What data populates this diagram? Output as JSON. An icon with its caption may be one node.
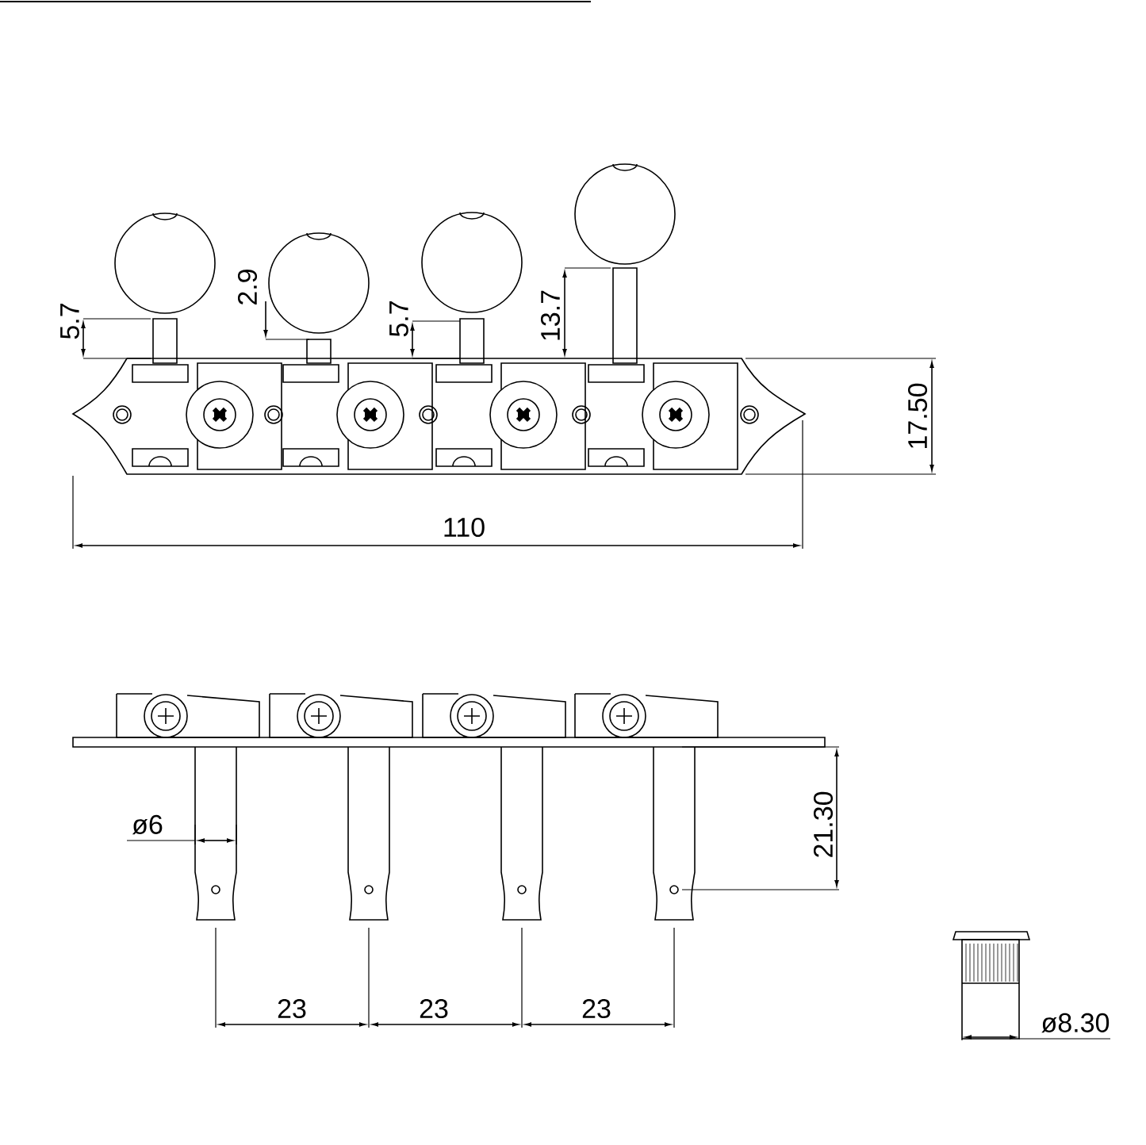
{
  "diagram": {
    "labels": [
      "5.7",
      "2.9",
      "5.7",
      "13.7",
      "17.50",
      "110",
      "ø6",
      "21.30",
      "23",
      "23",
      "23",
      "ø8.30"
    ]
  }
}
